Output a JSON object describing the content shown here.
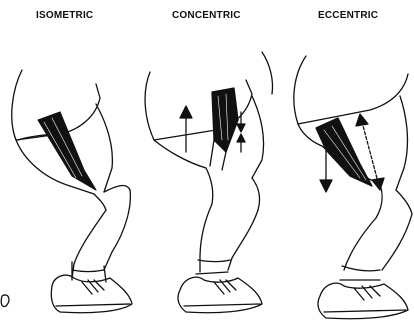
{
  "panels": [
    {
      "label": "ISOMETRIC",
      "arrows": "none"
    },
    {
      "label": "CONCENTRIC",
      "arrows": "muscle-shortening"
    },
    {
      "label": "ECCENTRIC",
      "arrows": "muscle-lengthening"
    }
  ],
  "colors": {
    "ink": "#111111",
    "background": "#ffffff"
  }
}
